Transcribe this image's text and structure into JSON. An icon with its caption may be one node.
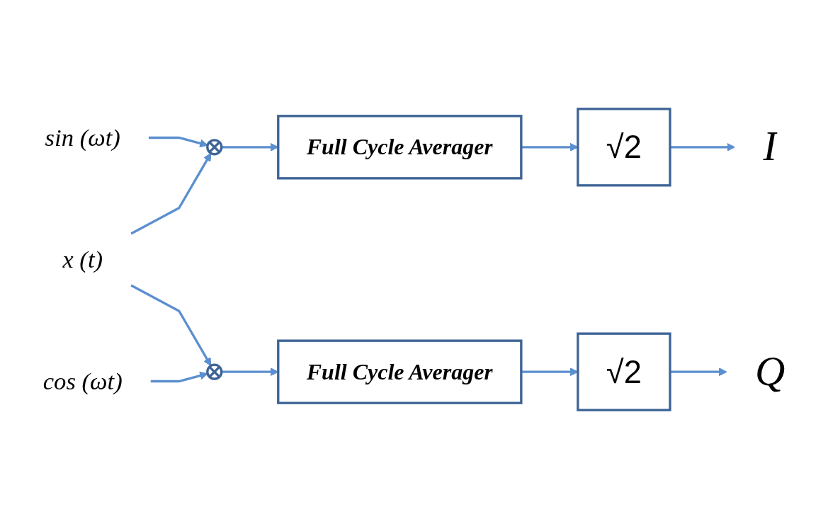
{
  "diagram": {
    "nodes": [
      {
        "text": [
          "sin (ωt)"
        ]
      },
      {
        "text": [
          "x (t)"
        ]
      },
      {
        "text": [],
        "shape": "circle"
      },
      {
        "text": [
          "Full Cycle Averager"
        ]
      },
      {
        "text": [
          "√2"
        ]
      },
      {
        "text": [
          "I"
        ]
      },
      {
        "text": [
          "cos (ωt)"
        ]
      },
      {
        "text": [],
        "shape": "circle"
      },
      {
        "text": [
          "Full Cycle Averager"
        ]
      },
      {
        "text": [
          "√2"
        ]
      },
      {
        "text": [
          "Q"
        ]
      }
    ],
    "edges": [
      {
        "from": 0,
        "to": 2,
        "arrow": "to"
      },
      {
        "from": 1,
        "to": 2,
        "arrow": "to"
      },
      {
        "from": 2,
        "to": 3,
        "arrow": "to"
      },
      {
        "from": 3,
        "to": 4,
        "arrow": "to"
      },
      {
        "from": 4,
        "to": 5,
        "arrow": "to"
      },
      {
        "from": 1,
        "to": 7,
        "arrow": "to"
      },
      {
        "from": 6,
        "to": 7,
        "arrow": "to"
      },
      {
        "from": 7,
        "to": 8,
        "arrow": "to"
      },
      {
        "from": 8,
        "to": 9,
        "arrow": "to"
      },
      {
        "from": 9,
        "to": 10,
        "arrow": "to"
      }
    ]
  }
}
